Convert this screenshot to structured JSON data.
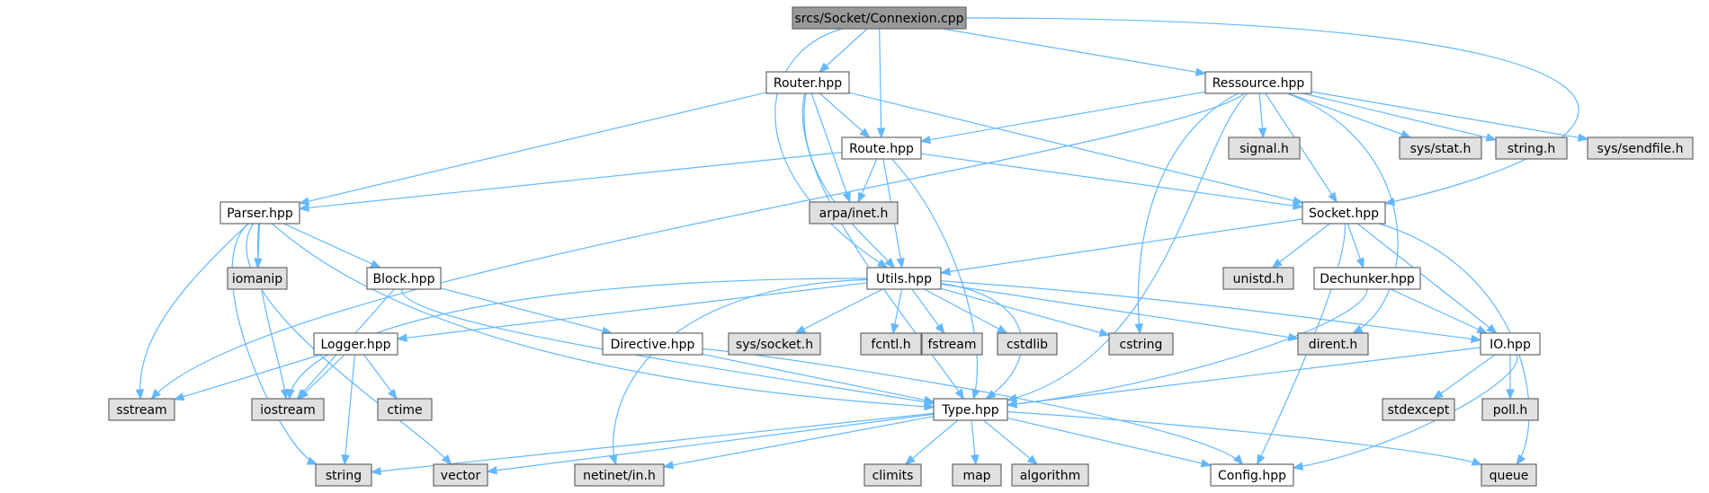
{
  "graph": {
    "nodes": [
      {
        "id": "connexion",
        "label": "srcs/Socket/Connexion.cpp",
        "kind": "root"
      },
      {
        "id": "router",
        "label": "Router.hpp",
        "kind": "local"
      },
      {
        "id": "ressource",
        "label": "Ressource.hpp",
        "kind": "local"
      },
      {
        "id": "route",
        "label": "Route.hpp",
        "kind": "local"
      },
      {
        "id": "parser",
        "label": "Parser.hpp",
        "kind": "local"
      },
      {
        "id": "socket",
        "label": "Socket.hpp",
        "kind": "local"
      },
      {
        "id": "utils",
        "label": "Utils.hpp",
        "kind": "local"
      },
      {
        "id": "block",
        "label": "Block.hpp",
        "kind": "local"
      },
      {
        "id": "dechunker",
        "label": "Dechunker.hpp",
        "kind": "local"
      },
      {
        "id": "logger",
        "label": "Logger.hpp",
        "kind": "local"
      },
      {
        "id": "directive",
        "label": "Directive.hpp",
        "kind": "local"
      },
      {
        "id": "io",
        "label": "IO.hpp",
        "kind": "local"
      },
      {
        "id": "type",
        "label": "Type.hpp",
        "kind": "local"
      },
      {
        "id": "config",
        "label": "Config.hpp",
        "kind": "local"
      },
      {
        "id": "arpainet",
        "label": "arpa/inet.h",
        "kind": "system"
      },
      {
        "id": "signalh",
        "label": "signal.h",
        "kind": "system"
      },
      {
        "id": "sysstat",
        "label": "sys/stat.h",
        "kind": "system"
      },
      {
        "id": "stringh",
        "label": "string.h",
        "kind": "system"
      },
      {
        "id": "syssendfile",
        "label": "sys/sendfile.h",
        "kind": "system"
      },
      {
        "id": "iomanip",
        "label": "iomanip",
        "kind": "system"
      },
      {
        "id": "unistd",
        "label": "unistd.h",
        "kind": "system"
      },
      {
        "id": "syssocket",
        "label": "sys/socket.h",
        "kind": "system"
      },
      {
        "id": "fcntl",
        "label": "fcntl.h",
        "kind": "system"
      },
      {
        "id": "fstream",
        "label": "fstream",
        "kind": "system"
      },
      {
        "id": "cstdlib",
        "label": "cstdlib",
        "kind": "system"
      },
      {
        "id": "cstring",
        "label": "cstring",
        "kind": "system"
      },
      {
        "id": "dirent",
        "label": "dirent.h",
        "kind": "system"
      },
      {
        "id": "sstream",
        "label": "sstream",
        "kind": "system"
      },
      {
        "id": "iostream",
        "label": "iostream",
        "kind": "system"
      },
      {
        "id": "ctime",
        "label": "ctime",
        "kind": "system"
      },
      {
        "id": "stdexcept",
        "label": "stdexcept",
        "kind": "system"
      },
      {
        "id": "pollh",
        "label": "poll.h",
        "kind": "system"
      },
      {
        "id": "string",
        "label": "string",
        "kind": "system"
      },
      {
        "id": "vector",
        "label": "vector",
        "kind": "system"
      },
      {
        "id": "netinet",
        "label": "netinet/in.h",
        "kind": "system"
      },
      {
        "id": "climits",
        "label": "climits",
        "kind": "system"
      },
      {
        "id": "map",
        "label": "map",
        "kind": "system"
      },
      {
        "id": "algorithm",
        "label": "algorithm",
        "kind": "system"
      },
      {
        "id": "queue",
        "label": "queue",
        "kind": "system"
      }
    ],
    "edges": [
      [
        "connexion",
        "router"
      ],
      [
        "connexion",
        "ressource"
      ],
      [
        "connexion",
        "route"
      ],
      [
        "connexion",
        "socket"
      ],
      [
        "connexion",
        "utils"
      ],
      [
        "router",
        "route"
      ],
      [
        "router",
        "parser"
      ],
      [
        "router",
        "socket"
      ],
      [
        "router",
        "utils"
      ],
      [
        "router",
        "type"
      ],
      [
        "router",
        "arpainet"
      ],
      [
        "ressource",
        "route"
      ],
      [
        "ressource",
        "socket"
      ],
      [
        "ressource",
        "signalh"
      ],
      [
        "ressource",
        "sysstat"
      ],
      [
        "ressource",
        "stringh"
      ],
      [
        "ressource",
        "syssendfile"
      ],
      [
        "ressource",
        "type"
      ],
      [
        "ressource",
        "cstring"
      ],
      [
        "ressource",
        "dirent"
      ],
      [
        "ressource",
        "sstream"
      ],
      [
        "route",
        "parser"
      ],
      [
        "route",
        "socket"
      ],
      [
        "route",
        "utils"
      ],
      [
        "route",
        "arpainet"
      ],
      [
        "route",
        "type"
      ],
      [
        "parser",
        "block"
      ],
      [
        "parser",
        "iomanip"
      ],
      [
        "parser",
        "sstream"
      ],
      [
        "parser",
        "iostream"
      ],
      [
        "parser",
        "type"
      ],
      [
        "parser",
        "string"
      ],
      [
        "parser",
        "vector"
      ],
      [
        "socket",
        "utils"
      ],
      [
        "socket",
        "unistd"
      ],
      [
        "socket",
        "dechunker"
      ],
      [
        "socket",
        "io"
      ],
      [
        "socket",
        "config"
      ],
      [
        "socket",
        "queue"
      ],
      [
        "utils",
        "logger"
      ],
      [
        "utils",
        "syssocket"
      ],
      [
        "utils",
        "fcntl"
      ],
      [
        "utils",
        "fstream"
      ],
      [
        "utils",
        "cstdlib"
      ],
      [
        "utils",
        "cstring"
      ],
      [
        "utils",
        "dirent"
      ],
      [
        "utils",
        "io"
      ],
      [
        "utils",
        "type"
      ],
      [
        "utils",
        "iostream"
      ],
      [
        "utils",
        "netinet"
      ],
      [
        "block",
        "directive"
      ],
      [
        "block",
        "iostream"
      ],
      [
        "block",
        "type"
      ],
      [
        "dechunker",
        "io"
      ],
      [
        "dechunker",
        "type"
      ],
      [
        "logger",
        "sstream"
      ],
      [
        "logger",
        "iostream"
      ],
      [
        "logger",
        "ctime"
      ],
      [
        "logger",
        "string"
      ],
      [
        "directive",
        "type"
      ],
      [
        "directive",
        "config"
      ],
      [
        "io",
        "type"
      ],
      [
        "io",
        "stdexcept"
      ],
      [
        "io",
        "pollh"
      ],
      [
        "io",
        "config"
      ],
      [
        "type",
        "string"
      ],
      [
        "type",
        "vector"
      ],
      [
        "type",
        "netinet"
      ],
      [
        "type",
        "climits"
      ],
      [
        "type",
        "map"
      ],
      [
        "type",
        "algorithm"
      ],
      [
        "type",
        "config"
      ],
      [
        "type",
        "queue"
      ]
    ]
  },
  "colors": {
    "edge": "#63b8ff",
    "root_fill": "#999999",
    "local_fill": "#ffffff",
    "system_fill": "#e0e0e0",
    "border": "#666666",
    "system_border": "#999999"
  }
}
